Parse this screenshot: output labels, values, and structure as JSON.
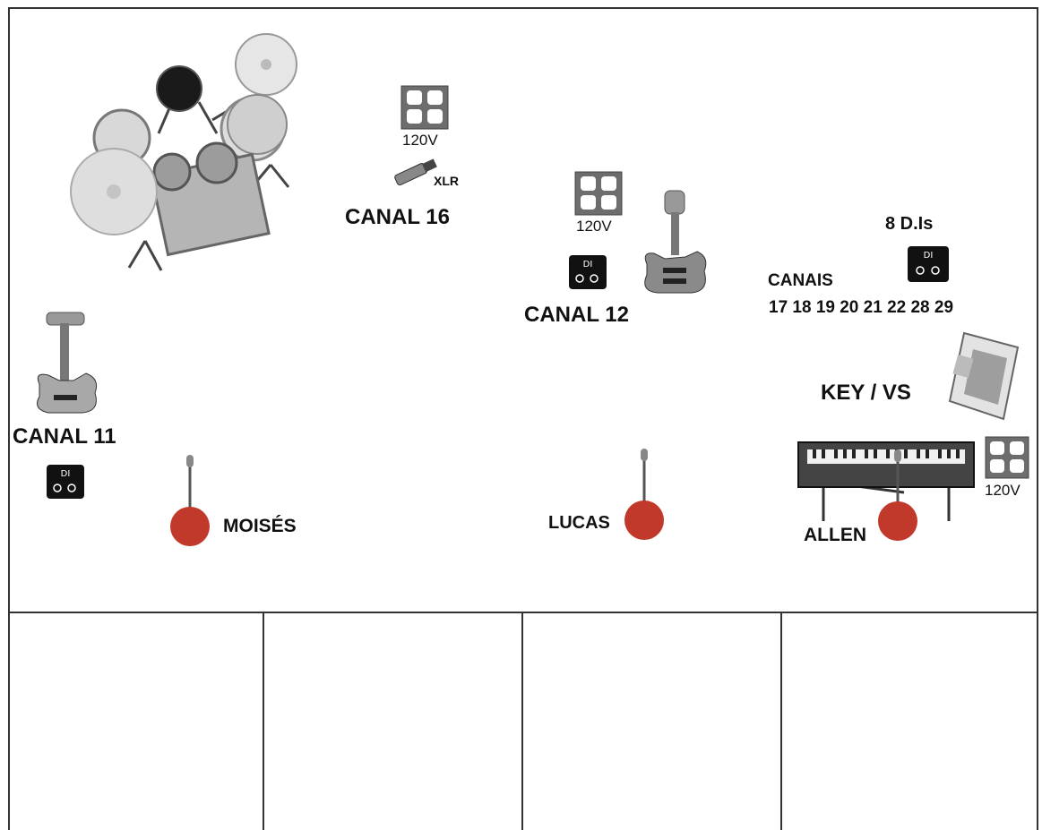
{
  "stage": {
    "drums": {
      "icon": "drum-kit-icon"
    },
    "canal16": {
      "outlet_label": "120V",
      "xlr_label": "XLR",
      "channel_label": "CANAL 16"
    },
    "canal12": {
      "outlet_label": "120V",
      "channel_label": "CANAL 12",
      "di_label": "DI"
    },
    "di_block": {
      "title": "8 D.Is",
      "canais_label": "CANAIS",
      "channels": "17 18 19 20 21 22 28 29",
      "di_label": "DI"
    },
    "keys": {
      "label": "KEY / VS",
      "outlet_label": "120V"
    },
    "canal11": {
      "channel_label": "CANAL 11",
      "di_label": "DI"
    },
    "vocals": [
      {
        "name": "MOISÉS"
      },
      {
        "name": "LUCAS"
      },
      {
        "name": "ALLEN"
      }
    ],
    "colors": {
      "mic_base": "#c0392b",
      "outline": "#333333",
      "outlet_bg": "#6d6d6d"
    }
  },
  "bottom_grid": {
    "columns": 4
  }
}
